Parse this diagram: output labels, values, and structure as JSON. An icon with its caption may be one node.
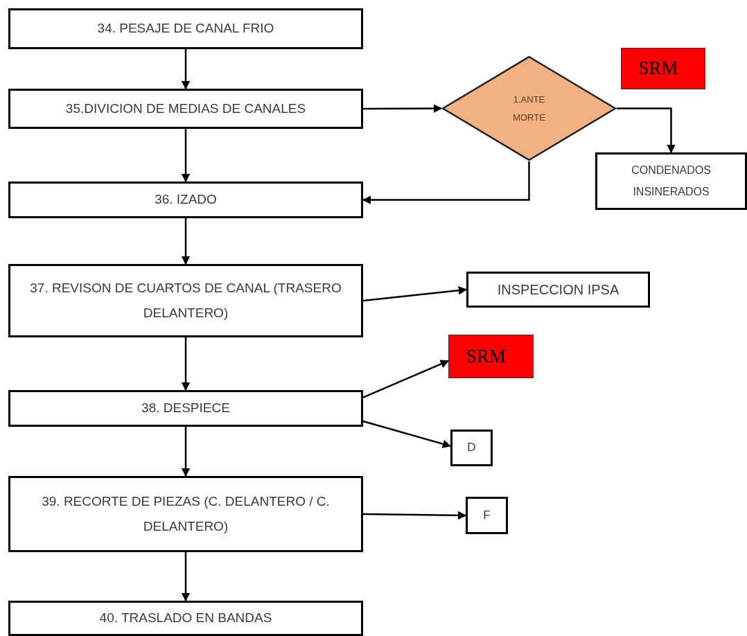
{
  "diagram": {
    "nodes": [
      {
        "text": [
          "34. PESAJE DE CANAL FRIO"
        ]
      },
      {
        "text": [
          "35.DIVICION DE MEDIAS DE CANALES"
        ]
      },
      {
        "text": [
          "1.ANTE MORTE"
        ]
      },
      {
        "text": [
          "SRM"
        ]
      },
      {
        "text": [
          "CONDENADOS INSINERADOS"
        ]
      },
      {
        "text": [
          "36. IZADO"
        ]
      },
      {
        "text": [
          "37. REVISON DE CUARTOS DE CANAL (TRASERO DELANTERO)"
        ]
      },
      {
        "text": [
          "INSPECCION IPSA"
        ]
      },
      {
        "text": [
          "SRM"
        ]
      },
      {
        "text": [
          "38. DESPIECE"
        ]
      },
      {
        "text": [
          "D"
        ]
      },
      {
        "text": [
          "39. RECORTE DE PIEZAS (C. DELANTERO / C. DELANTERO)"
        ]
      },
      {
        "text": [
          "F"
        ]
      },
      {
        "text": [
          "40. TRASLADO EN BANDAS"
        ]
      }
    ],
    "edges": [
      {
        "from": 0,
        "to": 1,
        "arrow": "to"
      },
      {
        "from": 1,
        "to": 2,
        "arrow": "to"
      },
      {
        "from": 2,
        "to": 4,
        "arrow": "to"
      },
      {
        "from": 1,
        "to": 5,
        "arrow": "to"
      },
      {
        "from": 2,
        "to": 5,
        "arrow": "to"
      },
      {
        "from": 5,
        "to": 6,
        "arrow": "to"
      },
      {
        "from": 6,
        "to": 7,
        "arrow": "to"
      },
      {
        "from": 6,
        "to": 9,
        "arrow": "to"
      },
      {
        "from": 9,
        "to": 8,
        "arrow": "to"
      },
      {
        "from": 9,
        "to": 10,
        "arrow": "to"
      },
      {
        "from": 9,
        "to": 11,
        "arrow": "to"
      },
      {
        "from": 11,
        "to": 12,
        "arrow": "to"
      },
      {
        "from": 11,
        "to": 13,
        "arrow": "to"
      }
    ]
  }
}
